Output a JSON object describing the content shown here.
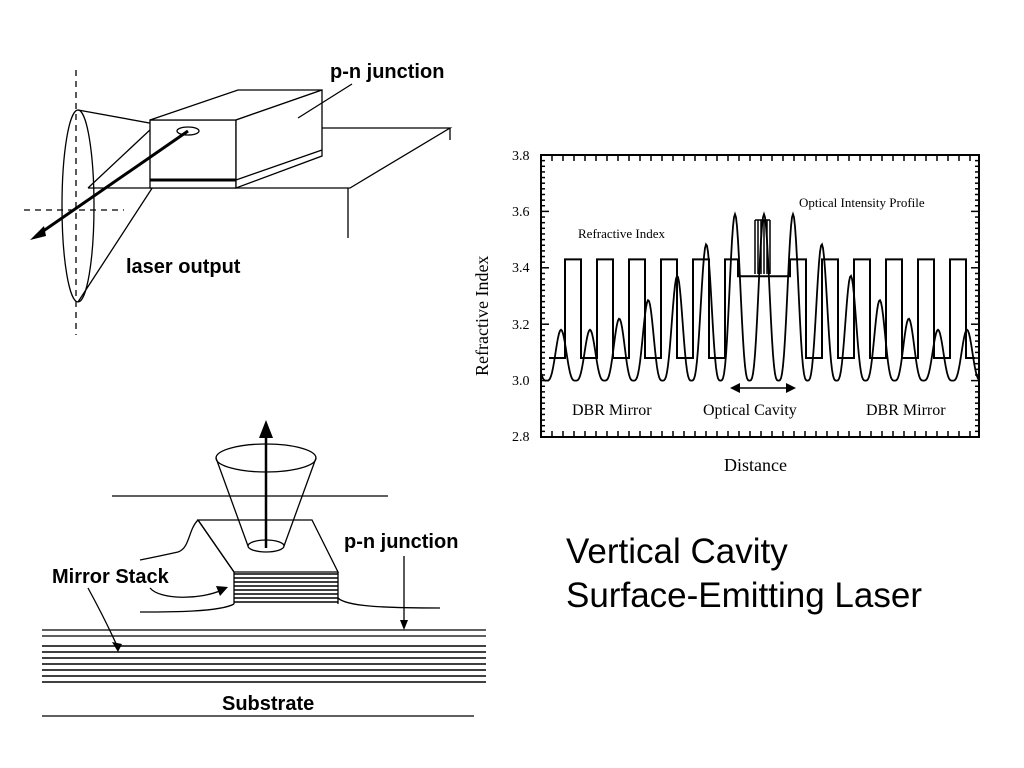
{
  "slide": {
    "title_line1": "Vertical Cavity",
    "title_line2": "Surface-Emitting Laser"
  },
  "edge_emitter": {
    "junction_label": "p-n junction",
    "output_label": "laser output"
  },
  "vcsel": {
    "junction_label": "p-n junction",
    "mirror_label": "Mirror Stack",
    "substrate_label": "Substrate"
  },
  "chart": {
    "ylabel": "Refractive Index",
    "xlabel": "Distance",
    "y_ticks": [
      "3.8",
      "3.6",
      "3.4",
      "3.2",
      "3.0",
      "2.8"
    ],
    "annotations": {
      "refractive_index": "Refractive Index",
      "intensity_profile": "Optical Intensity Profile",
      "dbr_left": "DBR Mirror",
      "cavity": "Optical Cavity",
      "dbr_right": "DBR Mirror"
    }
  },
  "chart_data": {
    "type": "line",
    "title": "",
    "xlabel": "Distance",
    "ylabel": "Refractive Index",
    "ylim": [
      2.8,
      3.8
    ],
    "y_ticks": [
      3.8,
      3.6,
      3.4,
      3.2,
      3.0,
      2.8
    ],
    "legend": "none",
    "grid": false,
    "series": [
      {
        "name": "Refractive Index",
        "style": "square-wave",
        "high": 3.43,
        "low": 3.08,
        "cavity_level": 3.37
      },
      {
        "name": "Optical Intensity Profile",
        "style": "oscillating-envelope",
        "peak_max": 3.59,
        "min": 3.0
      }
    ]
  }
}
